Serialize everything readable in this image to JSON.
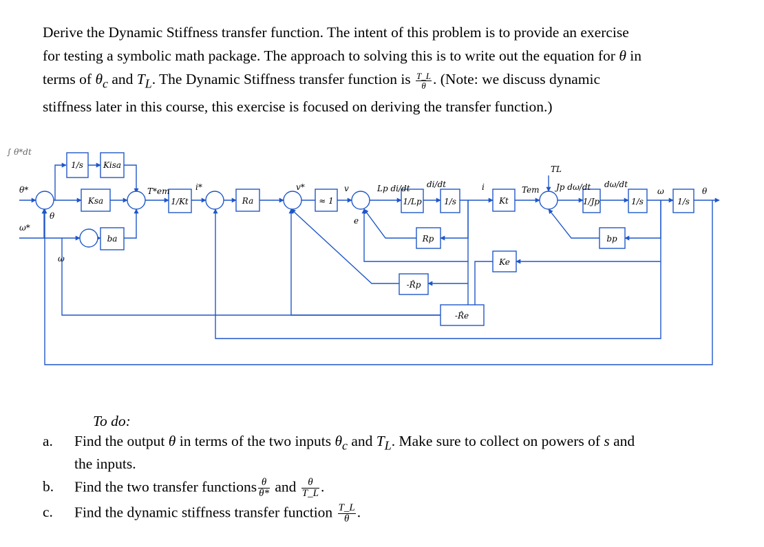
{
  "intro": {
    "line1": "Derive the Dynamic Stiffness transfer function.  The intent of this problem is to provide an exercise",
    "line2_a": "for testing a symbolic math package.  The approach to solving this is to write out the equation for ",
    "theta": "θ",
    "line2_b": " in",
    "line3_a": "terms of ",
    "theta_c_base": "θ",
    "theta_c_sub": "c",
    "and": " and ",
    "TL_base": "T",
    "TL_sub": "L",
    "line3_b": ".  The Dynamic Stiffness transfer function is ",
    "frac_num": "T_L",
    "frac_den": "θ",
    "line3_c": ".  (Note: we discuss dynamic",
    "line4": "stiffness later in this course, this exercise is focused on deriving the transfer function.)"
  },
  "diagram": {
    "blocks": {
      "integrator_top": "1/s",
      "kisa": "Kisa",
      "ksa": "Ksa",
      "ba": "ba",
      "inv_kt": "1/Kt",
      "ra": "Ra",
      "approx_one": "≈ 1",
      "inv_lp": "1/Lp",
      "integrator_i": "1/s",
      "kt": "Kt",
      "inv_jp": "1/Jp",
      "integrator_w": "1/s",
      "integrator_theta": "1/s",
      "rp": "Rp",
      "bp": "bp",
      "ke": "Ke",
      "neg_rp_hat": "-R̂p",
      "neg_re_hat": "-R̂e"
    },
    "labels": {
      "int_theta_star": "∫ θ*dt",
      "theta_star": "θ*",
      "omega_star": "ω*",
      "theta_fb": "θ",
      "omega_fb": "ω",
      "tem_star": "T*em",
      "i_star": "i*",
      "v_star": "v*",
      "v": "v",
      "e": "e",
      "lp_didt": "Lp di/dt",
      "didt": "di/dt",
      "i": "i",
      "tem": "Tem",
      "tl": "TL",
      "jp_dwdt": "Jp dω/dt",
      "dwdt": "dω/dt",
      "omega": "ω",
      "theta_out": "θ"
    }
  },
  "todo": {
    "heading": "To do:",
    "items": [
      {
        "label": "a.",
        "text_a": "Find the output ",
        "theta": "θ",
        "text_b": " in terms of the two inputs ",
        "theta_c": "θ",
        "theta_c_sub": "c",
        "and": " and ",
        "TL": "T",
        "TL_sub": "L",
        "text_c": ".  Make sure to collect on powers of ",
        "s": "s",
        "text_d": " and",
        "line2": "the inputs."
      },
      {
        "label": "b.",
        "text": "Find the two transfer functions",
        "f1_num": "θ",
        "f1_den": "θ*",
        "and": " and ",
        "f2_num": "θ",
        "f2_den": "T_L",
        "end": "."
      },
      {
        "label": "c.",
        "text": "Find the dynamic stiffness transfer function ",
        "f_num": "T_L",
        "f_den": "θ",
        "end": "."
      }
    ]
  }
}
